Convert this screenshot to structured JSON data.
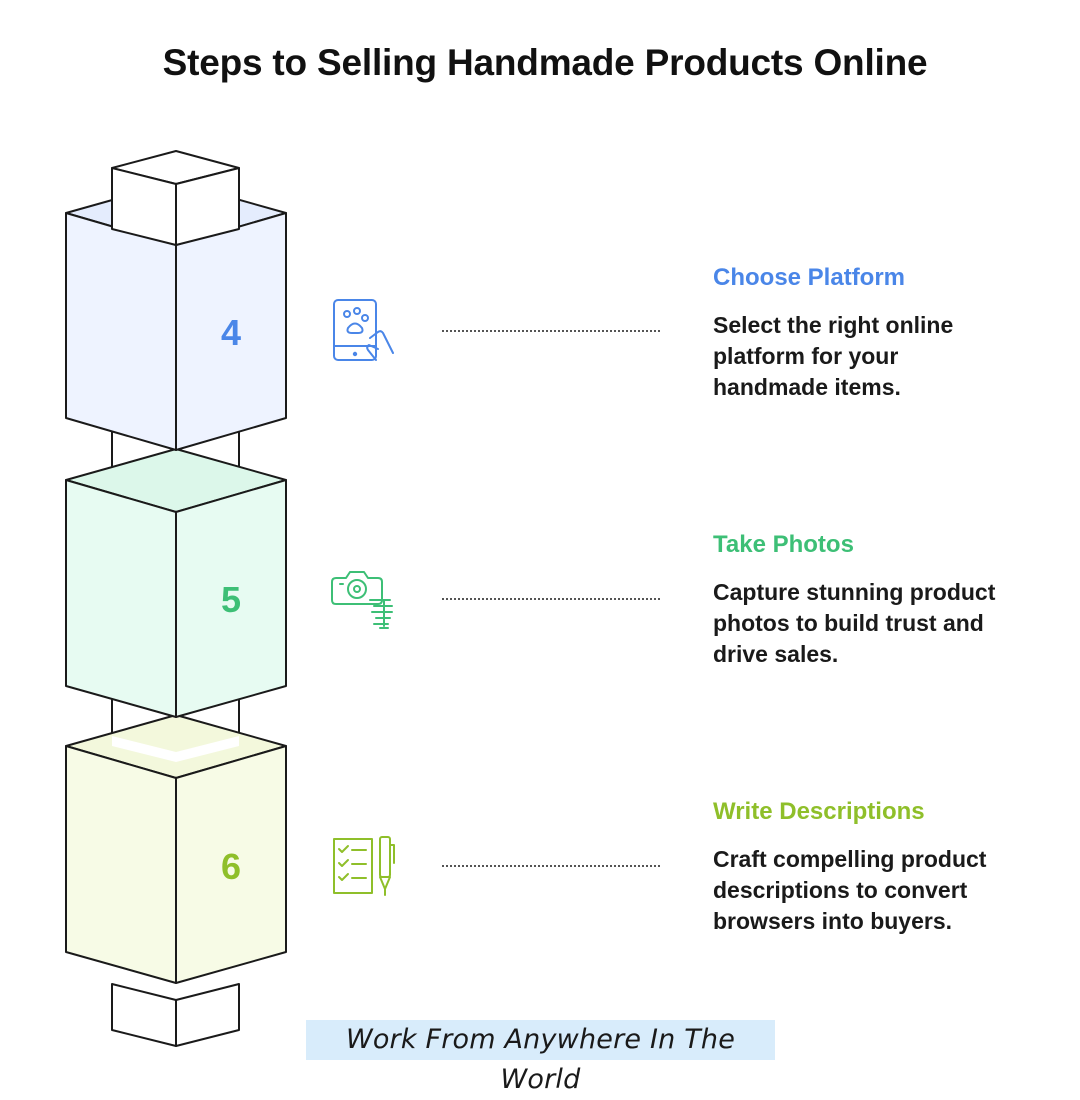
{
  "title": "Steps to Selling Handmade Products Online",
  "colors": {
    "step4": "#4a86e8",
    "step5": "#3dbf76",
    "step6": "#8fbf2a",
    "step4_fill": "#eef3ff",
    "step5_fill": "#e6fbf1",
    "step6_fill": "#f6fbe3"
  },
  "steps": [
    {
      "number": "4",
      "title": "Choose Platform",
      "description": [
        "Select the right online",
        "platform for your",
        "handmade items."
      ],
      "icon": "tablet-hand-icon"
    },
    {
      "number": "5",
      "title": "Take Photos",
      "description": [
        "Capture stunning product",
        "photos to build trust and",
        "drive sales."
      ],
      "icon": "camera-icon"
    },
    {
      "number": "6",
      "title": "Write Descriptions",
      "description": [
        "Craft compelling product",
        "descriptions to convert",
        "browsers into buyers."
      ],
      "icon": "checklist-pen-icon"
    }
  ],
  "footer": "Work From Anywhere In The World"
}
